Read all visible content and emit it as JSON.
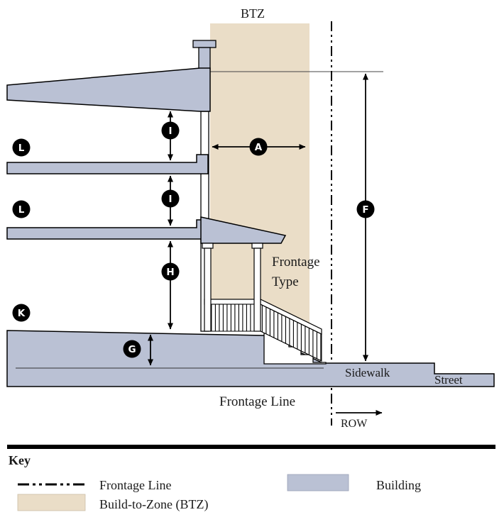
{
  "colors": {
    "btz": "#eaddc7",
    "building": "#bac1d4",
    "outline": "#000000",
    "background": "#ffffff"
  },
  "diagram": {
    "btz_label": "BTZ",
    "frontage_type": {
      "line1": "Frontage",
      "line2": "Type"
    },
    "sidewalk_label": "Sidewalk",
    "street_label": "Street",
    "frontage_line_label": "Frontage Line",
    "row_label": "ROW",
    "markers": {
      "a": "A",
      "f": "F",
      "g": "G",
      "h": "H",
      "i": "I",
      "k": "K",
      "l": "L"
    }
  },
  "key": {
    "title": "Key",
    "entries": [
      {
        "label": "Frontage Line",
        "swatch": "frontage-line-dashdot"
      },
      {
        "label": "Build-to-Zone (BTZ)",
        "swatch": "btz-fill"
      },
      {
        "label": "Building",
        "swatch": "building-fill"
      }
    ]
  }
}
